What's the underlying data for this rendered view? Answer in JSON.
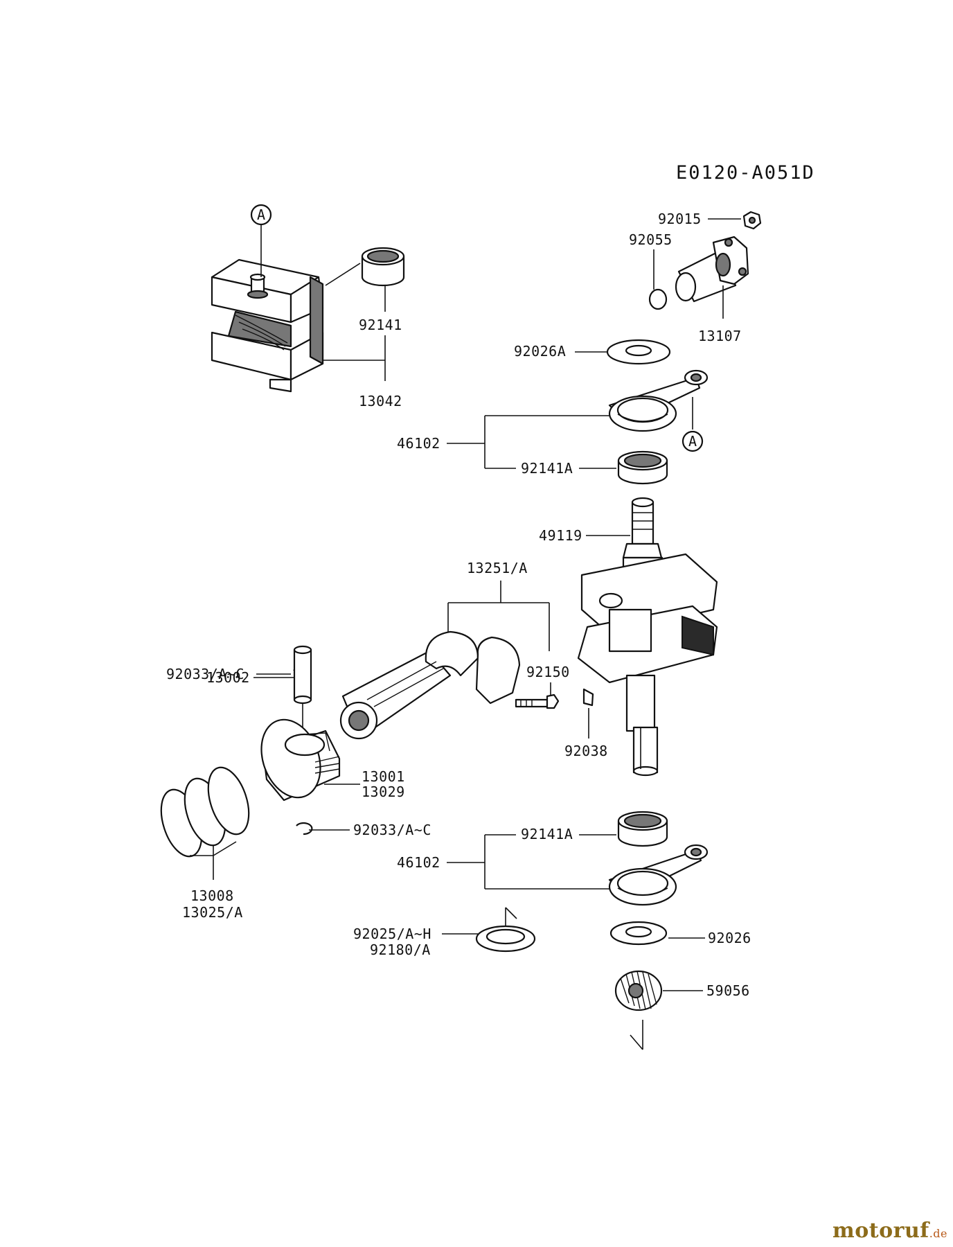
{
  "diagram_code": "E0120-A051D",
  "callouts": {
    "ref_a_top": "A",
    "ref_a_right": "A"
  },
  "labels": {
    "p92015": "92015",
    "p92055": "92055",
    "p13107": "13107",
    "p92141": "92141",
    "p13042": "13042",
    "p92026A": "92026A",
    "p46102_top": "46102",
    "p92141A_top": "92141A",
    "p49119": "49119",
    "p13251A": "13251/A",
    "p92033_top": "92033/A~C",
    "p13002": "13002",
    "p92150": "92150",
    "p92038": "92038",
    "p13001": "13001",
    "p13029": "13029",
    "p92033_bottom": "92033/A~C",
    "p13008": "13008",
    "p13025A": "13025/A",
    "p92141A_bottom": "92141A",
    "p46102_bottom": "46102",
    "p92025": "92025/A~H",
    "p92180A": "92180/A",
    "p92026": "92026",
    "p59056": "59056"
  },
  "brand": {
    "name": "motoruf",
    "tld": ".de"
  }
}
